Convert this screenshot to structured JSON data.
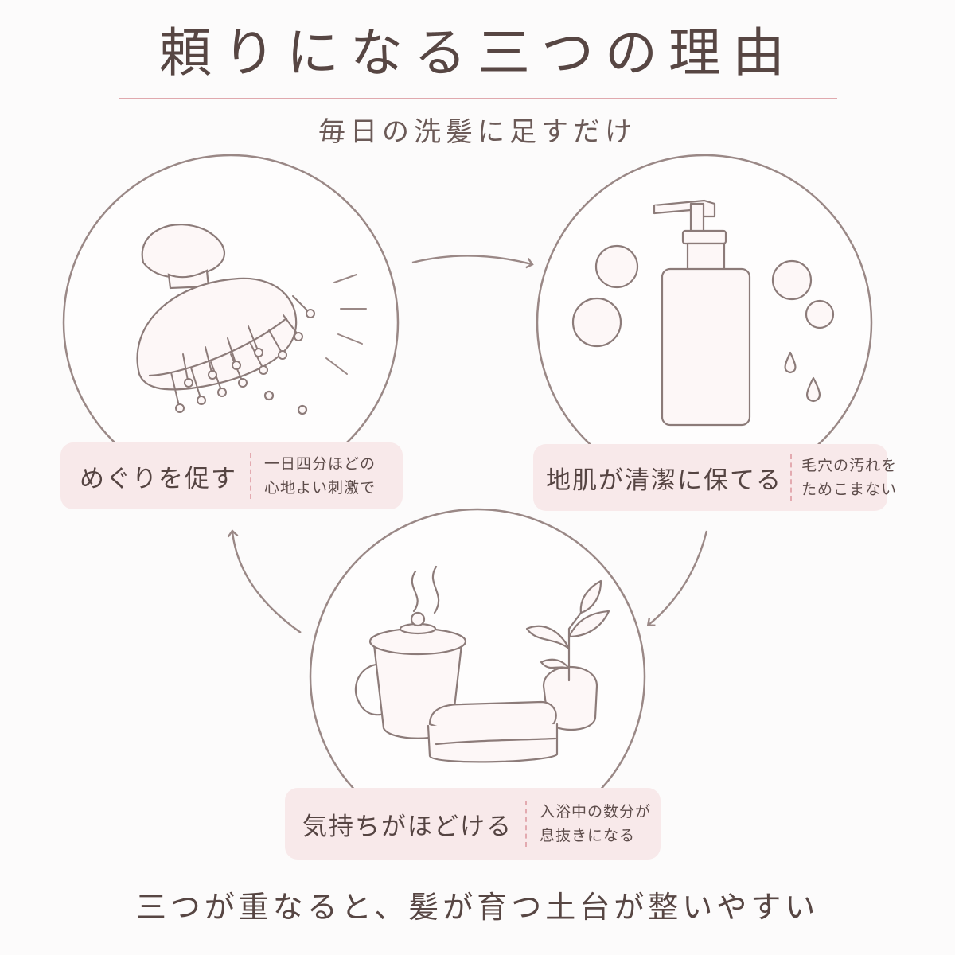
{
  "header": {
    "title": "頼りになる三つの理由",
    "subtitle": "毎日の洗髪に足すだけ"
  },
  "reasons": [
    {
      "title": "めぐりを促す",
      "desc_line1": "一日四分ほどの",
      "desc_line2": "心地よい刺激で",
      "icon": "scalp-brush-icon"
    },
    {
      "title": "地肌が清潔に保てる",
      "desc_line1": "毛穴の汚れを",
      "desc_line2": "ためこまない",
      "icon": "shampoo-bottle-icon"
    },
    {
      "title": "気持ちがほどける",
      "desc_line1": "入浴中の数分が",
      "desc_line2": "息抜きになる",
      "icon": "tea-towel-plant-icon"
    }
  ],
  "footer": {
    "text": "三つが重なると、髪が育つ土台が整いやすい"
  },
  "colors": {
    "line": "#9a8886",
    "accent_rule": "#e0a9ae",
    "label_bg": "#f8e9ea",
    "text": "#574643"
  }
}
